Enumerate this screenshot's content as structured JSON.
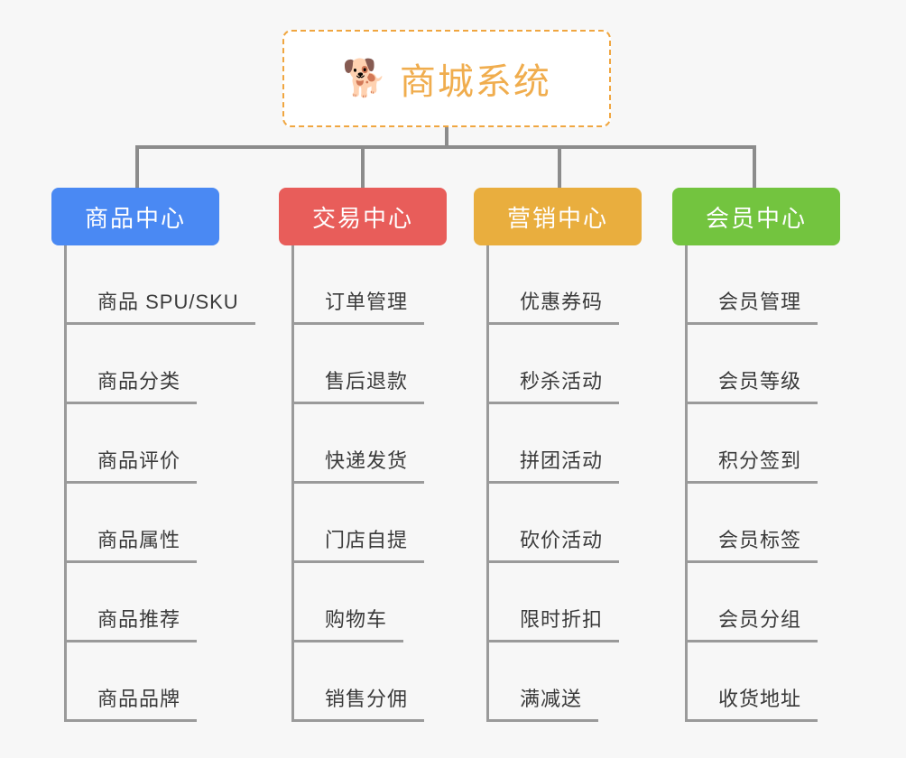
{
  "root": {
    "icon": "shiba-dog-emoji",
    "emoji": "🐕",
    "title": "商城系统",
    "border_color": "#f0a640",
    "text_color": "#f0ad4e"
  },
  "columns": [
    {
      "id": "product-center",
      "label": "商品中心",
      "color": "#4a89f3",
      "items": [
        "商品 SPU/SKU",
        "商品分类",
        "商品评价",
        "商品属性",
        "商品推荐",
        "商品品牌"
      ]
    },
    {
      "id": "trade-center",
      "label": "交易中心",
      "color": "#e85d5a",
      "items": [
        "订单管理",
        "售后退款",
        "快递发货",
        "门店自提",
        "购物车",
        "销售分佣"
      ]
    },
    {
      "id": "marketing-center",
      "label": "营销中心",
      "color": "#e9ae3e",
      "items": [
        "优惠券码",
        "秒杀活动",
        "拼团活动",
        "砍价活动",
        "限时折扣",
        "满减送"
      ]
    },
    {
      "id": "member-center",
      "label": "会员中心",
      "color": "#73c43f",
      "items": [
        "会员管理",
        "会员等级",
        "积分签到",
        "会员标签",
        "会员分组",
        "收货地址"
      ]
    }
  ],
  "theme": {
    "background": "#f7f7f7",
    "connector_color": "#8c8c8c",
    "leaf_line_color": "#9a9a9a",
    "leaf_text_color": "#3a3a3a"
  }
}
